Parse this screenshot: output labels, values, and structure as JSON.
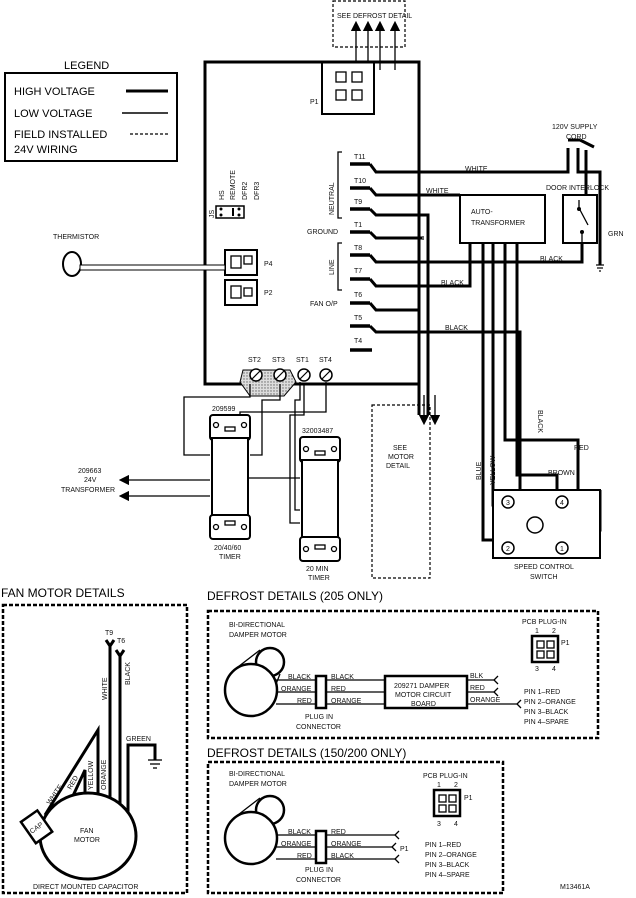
{
  "legend": {
    "title": "LEGEND",
    "high_voltage": "HIGH VOLTAGE",
    "low_voltage": "LOW VOLTAGE",
    "field_installed_1": "FIELD INSTALLED",
    "field_installed_2": "24V WIRING"
  },
  "top": {
    "see_defrost_detail": "SEE DEFROST DETAIL",
    "p1": "P1"
  },
  "board": {
    "js": "JS",
    "jumpers": [
      "HS",
      "REMOTE",
      "DFR2",
      "DFR3"
    ],
    "neutral": "NEUTRAL",
    "line": "LINE",
    "ground": "GROUND",
    "fan_op": "FAN O/P",
    "terminals": [
      "T11",
      "T10",
      "T9",
      "T1",
      "T8",
      "T7",
      "T6",
      "T5",
      "T4"
    ],
    "p4": "P4",
    "p2": "P2",
    "screw_terminals": [
      "ST2",
      "ST3",
      "ST1",
      "ST4"
    ]
  },
  "thermistor": "THERMISTOR",
  "wires": {
    "white1": "WHITE",
    "white2": "WHITE",
    "black1": "BLACK",
    "black2": "BLACK",
    "black3": "BLACK",
    "black_vertical": "BLACK",
    "red": "RED",
    "brown": "BROWN",
    "blue": "BLUE",
    "yellow": "YELLOW",
    "grn": "GRN"
  },
  "supply": {
    "line1": "120V SUPPLY",
    "line2": "CORD"
  },
  "door_interlock": "DOOR INTERLOCK",
  "auto_transformer": {
    "line1": "AUTO-",
    "line2": "TRANSFORMER"
  },
  "speed_switch": {
    "line1": "SPEED CONTROL",
    "line2": "SWITCH",
    "terminals": [
      "3",
      "4",
      "2",
      "1"
    ]
  },
  "timer1": {
    "part": "209599",
    "line1": "20/40/60",
    "line2": "TIMER"
  },
  "timer2": {
    "part": "32003487",
    "line1": "20 MIN",
    "line2": "TIMER"
  },
  "transformer24": {
    "line1": "209663",
    "line2": "24V",
    "line3": "TRANSFORMER"
  },
  "motor_detail": {
    "line1": "SEE",
    "line2": "MOTOR",
    "line3": "DETAIL"
  },
  "fan_motor_details": {
    "title": "FAN MOTOR DETAILS",
    "t9": "T9",
    "t6": "T6",
    "white": "WHITE",
    "black": "BLACK",
    "green": "GREEN",
    "white2": "WHITE",
    "red": "RED",
    "yellow": "YELLOW",
    "orange": "ORANGE",
    "cap": "CAP",
    "motor1": "FAN",
    "motor2": "MOTOR",
    "caption": "DIRECT MOUNTED CAPACITOR"
  },
  "defrost_205": {
    "title": "DEFROST DETAILS (205 ONLY)",
    "motor1": "BI-DIRECTIONAL",
    "motor2": "DAMPER MOTOR",
    "left_wires": [
      "BLACK",
      "ORANGE",
      "RED"
    ],
    "right_wires": [
      "BLACK",
      "RED",
      "ORANGE"
    ],
    "connector1": "PLUG IN",
    "connector2": "CONNECTOR",
    "board1": "209271 DAMPER",
    "board2": "MOTOR CIRCUIT",
    "board3": "BOARD",
    "out_wires": [
      "BLK",
      "RED",
      "ORANGE"
    ],
    "pcb": "PCB PLUG-IN",
    "p1": "P1",
    "pins_top": [
      "1",
      "2"
    ],
    "pins_bottom": [
      "3",
      "4"
    ],
    "pinout": [
      "PIN 1–RED",
      "PIN 2–ORANGE",
      "PIN 3–BLACK",
      "PIN 4–SPARE"
    ]
  },
  "defrost_150": {
    "title": "DEFROST DETAILS (150/200 ONLY)",
    "motor1": "BI-DIRECTIONAL",
    "motor2": "DAMPER MOTOR",
    "left_wires": [
      "BLACK",
      "ORANGE",
      "RED"
    ],
    "right_wires": [
      "RED",
      "ORANGE",
      "BLACK"
    ],
    "connector1": "PLUG IN",
    "connector2": "CONNECTOR",
    "p1_label": "P1",
    "pcb": "PCB PLUG-IN",
    "p1": "P1",
    "pins_top": [
      "1",
      "2"
    ],
    "pins_bottom": [
      "3",
      "4"
    ],
    "pinout": [
      "PIN 1–RED",
      "PIN 2–ORANGE",
      "PIN 3–BLACK",
      "PIN 4–SPARE"
    ]
  },
  "drawing_number": "M13461A"
}
